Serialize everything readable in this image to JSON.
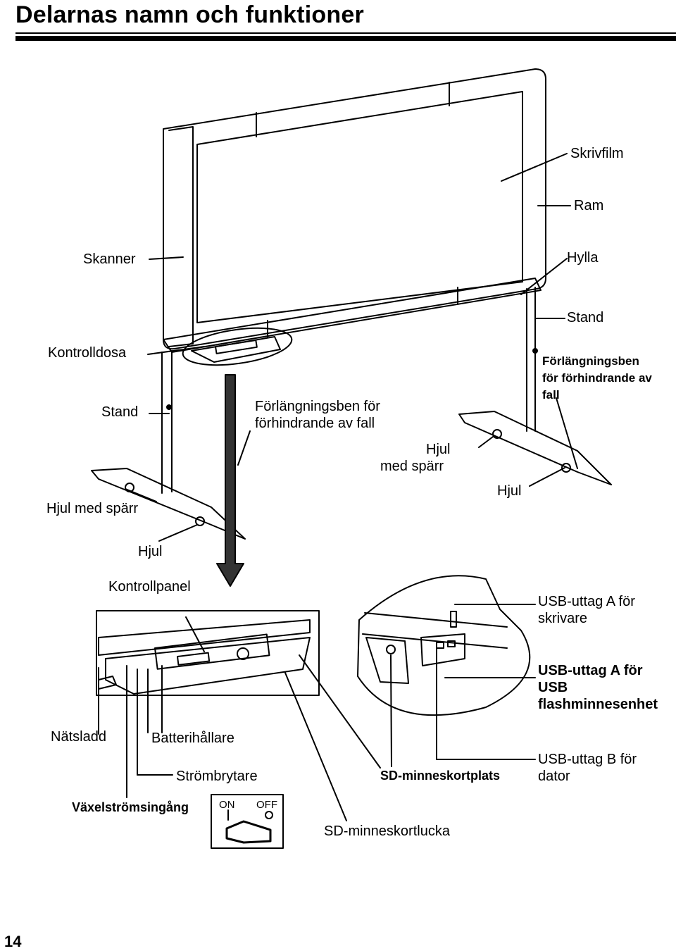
{
  "heading": "Delarnas namn och funktioner",
  "labels": {
    "skrivfilm": "Skrivfilm",
    "ram": "Ram",
    "skanner": "Skanner",
    "hylla": "Hylla",
    "stand_right": "Stand",
    "kontrolldosa": "Kontrolldosa",
    "stand_left": "Stand",
    "forlangning_left_1": "Förlängningsben för",
    "forlangning_left_2": "förhindrande av fall",
    "forlangning_right_1": "Förlängningsben",
    "forlangning_right_2": "för förhindrande av",
    "forlangning_right_3": "fall",
    "hjul_spar_center_1": "Hjul",
    "hjul_spar_center_2": "med spärr",
    "hjul_right": "Hjul",
    "hjul_spar_left": "Hjul med spärr",
    "hjul_left": "Hjul",
    "kontrollpanel": "Kontrollpanel",
    "usb_skrivare_1": "USB-uttag A för",
    "usb_skrivare_2": "skrivare",
    "usb_flash_1": "USB-uttag A för",
    "usb_flash_2": "USB",
    "usb_flash_3": "flashminnesenhet",
    "natsladd": "Nätsladd",
    "batterihallare": "Batterihållare",
    "strombrytare": "Strömbrytare",
    "vaxelstromsingang": "Växelströmsingång",
    "sd_kortplats": "SD-minneskortplats",
    "usb_dator_1": "USB-uttag B för",
    "usb_dator_2": "dator",
    "switch_on": "ON",
    "switch_off": "OFF",
    "sd_lucka": "SD-minneskortlucka"
  },
  "page_number": "14"
}
